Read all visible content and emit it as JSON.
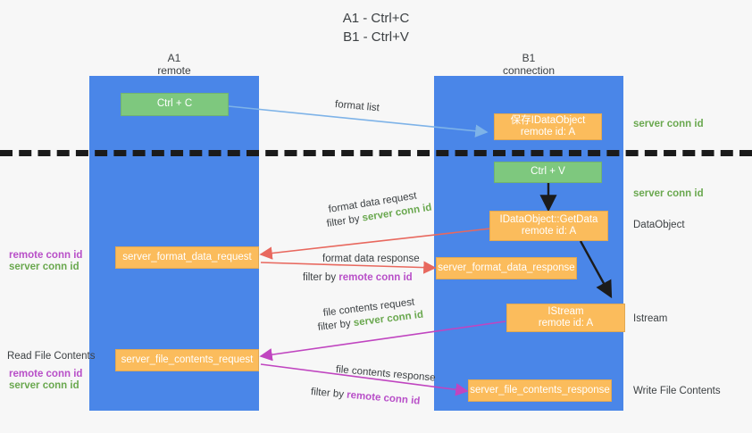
{
  "title": {
    "line1": "A1 - Ctrl+C",
    "line2": "B1 - Ctrl+V"
  },
  "columns": [
    {
      "name": "A1",
      "sub": "remote"
    },
    {
      "name": "B1",
      "sub": "connection"
    }
  ],
  "boxes": [
    {
      "id": "ctrl-c",
      "line1": "Ctrl + C",
      "line2": "",
      "color": "#7ec87e"
    },
    {
      "id": "save-idataobject",
      "line1": "保存IDataObject",
      "line2": "remote id: A",
      "color": "#fbbc5c"
    },
    {
      "id": "ctrl-v",
      "line1": "Ctrl + V",
      "line2": "",
      "color": "#7ec87e"
    },
    {
      "id": "idataobject-getdata",
      "line1": "IDataObject::GetData",
      "line2": "remote id: A",
      "color": "#fbbc5c"
    },
    {
      "id": "server-format-data-request",
      "line1": "server_format_data_request",
      "line2": "",
      "color": "#fbbc5c"
    },
    {
      "id": "server-format-data-response",
      "line1": "server_format_data_response",
      "line2": "",
      "color": "#fbbc5c"
    },
    {
      "id": "istream",
      "line1": "IStream",
      "line2": "remote id: A",
      "color": "#fbbc5c"
    },
    {
      "id": "server-file-contents-request",
      "line1": "server_file_contents_request",
      "line2": "",
      "color": "#fbbc5c"
    },
    {
      "id": "server-file-contents-response",
      "line1": "server_file_contents_response",
      "line2": "",
      "color": "#fbbc5c"
    }
  ],
  "edges": [
    {
      "id": "format-list",
      "label": "format list",
      "filter_prefix": "",
      "filter_value": "",
      "color": "#7eb3e8"
    },
    {
      "id": "format-data-request",
      "label": "format data request",
      "filter_prefix": "filter by ",
      "filter_value": "server conn id",
      "color": "#e8685e"
    },
    {
      "id": "format-data-response",
      "label": "format data response",
      "filter_prefix": "filter by ",
      "filter_value": "remote conn id",
      "color": "#e8685e"
    },
    {
      "id": "file-contents-request",
      "label": "file contents request",
      "filter_prefix": "filter by ",
      "filter_value": "server conn id",
      "color": "#c045c0"
    },
    {
      "id": "file-contents-response",
      "label": "file contents response",
      "filter_prefix": "filter by ",
      "filter_value": "remote conn id",
      "color": "#c045c0"
    }
  ],
  "right_labels": [
    {
      "id": "right-server-conn-id-1",
      "text": "server conn id",
      "kind": "green"
    },
    {
      "id": "right-server-conn-id-2",
      "text": "server conn id",
      "kind": "green"
    },
    {
      "id": "right-dataobject",
      "text": "DataObject",
      "kind": "plain"
    },
    {
      "id": "right-istream",
      "text": "Istream",
      "kind": "plain"
    },
    {
      "id": "right-write-file",
      "text": "Write File Contents",
      "kind": "plain"
    }
  ],
  "left_labels": [
    {
      "id": "left-remote-conn-id-1",
      "text": "remote conn id",
      "kind": "purple"
    },
    {
      "id": "left-server-conn-id-1",
      "text": "server conn id",
      "kind": "green"
    },
    {
      "id": "left-read-file",
      "text": "Read File Contents",
      "kind": "plain"
    },
    {
      "id": "left-remote-conn-id-2",
      "text": "remote conn id",
      "kind": "purple"
    },
    {
      "id": "left-server-conn-id-2",
      "text": "server conn id",
      "kind": "green"
    }
  ],
  "colors": {
    "lane": "#4a86e8",
    "green_box": "#7ec87e",
    "orange_box": "#fbbc5c",
    "green_text": "#6aa84f",
    "purple_text": "#b84fc8",
    "red_arrow": "#e8685e",
    "purple_arrow": "#c045c0",
    "blue_arrow": "#7eb3e8",
    "black_arrow": "#1b1b1b",
    "background": "#f7f7f7"
  }
}
